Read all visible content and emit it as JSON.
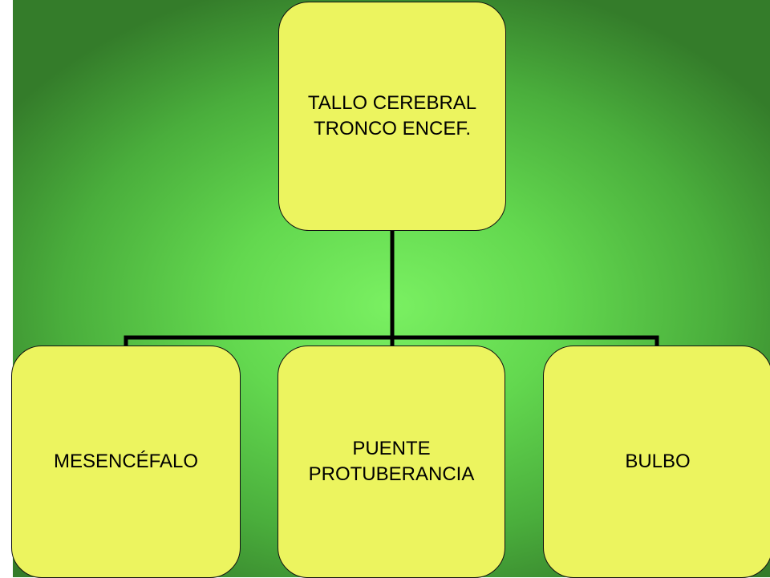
{
  "diagram": {
    "root": {
      "label": "TALLO CEREBRAL\nTRONCO ENCEF."
    },
    "children": [
      {
        "label": "MESENCÉFALO"
      },
      {
        "label": "PUENTE\nPROTUBERANCIA"
      },
      {
        "label": "BULBO"
      }
    ]
  },
  "colors": {
    "node_fill": "#ecf45f",
    "connector": "#000000",
    "background_center": "#7af062",
    "background_edge": "#347c2a"
  }
}
